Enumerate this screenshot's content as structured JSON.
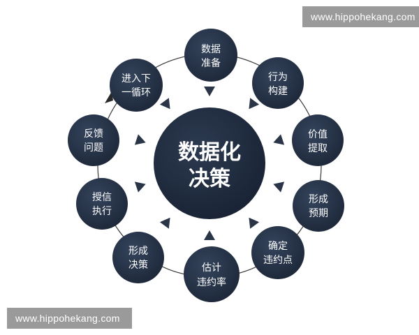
{
  "center": {
    "line1": "数据化",
    "line2": "决策"
  },
  "nodes": [
    {
      "line1": "数据",
      "line2": "准备"
    },
    {
      "line1": "行为",
      "line2": "构建"
    },
    {
      "line1": "价值",
      "line2": "提取"
    },
    {
      "line1": "形成",
      "line2": "预期"
    },
    {
      "line1": "确定",
      "line2": "违约点"
    },
    {
      "line1": "估计",
      "line2": "违约率"
    },
    {
      "line1": "形成",
      "line2": "决策"
    },
    {
      "line1": "授信",
      "line2": "执行"
    },
    {
      "line1": "反馈",
      "line2": "问题"
    },
    {
      "line1": "进入下",
      "line2": "一循环"
    }
  ],
  "watermark": {
    "top": "www.hippohekang.com",
    "bottom": "www.hippohekang.com"
  },
  "colors": {
    "node_fill": "#243247",
    "center_fill": "#1f2a3c",
    "arrow": "#2a3648",
    "ring": "#3a3a3a"
  }
}
